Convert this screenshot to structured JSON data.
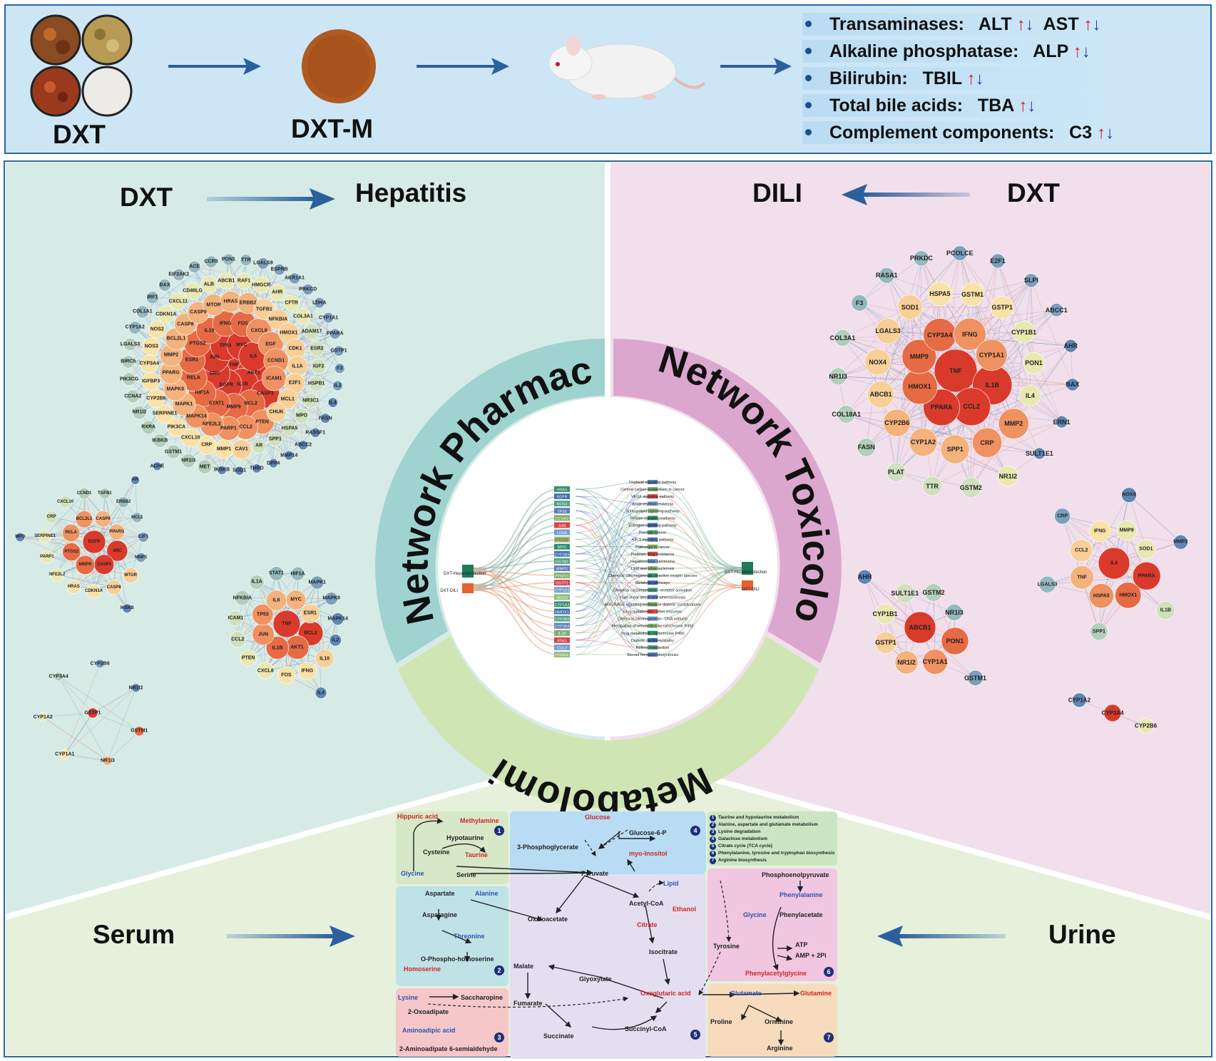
{
  "banner": {
    "dxt": "DXT",
    "dxt_m": "DXT-M",
    "metrics": [
      {
        "label": "Transaminases:",
        "values": "ALT",
        "values2": "AST"
      },
      {
        "label": "Alkaline phosphatase:",
        "values": "ALP",
        "values2": ""
      },
      {
        "label": "Bilirubin:",
        "values": "TBIL",
        "values2": ""
      },
      {
        "label": "Total bile acids:",
        "values": "TBA",
        "values2": ""
      },
      {
        "label": "Complement components:",
        "values": "C3",
        "values2": ""
      }
    ],
    "up_arrow": "↑",
    "down_arrow": "↓"
  },
  "left_panel": {
    "from": "DXT",
    "to": "Hepatitis",
    "main_network": [
      "TNF",
      "AKT1",
      "IL1B",
      "EGFR",
      "SRC",
      "JUN",
      "TP53",
      "MYC",
      "IL6",
      "CASP3",
      "BCL2",
      "MMP9",
      "STAT1",
      "HIF1A",
      "RELA",
      "ESR1",
      "PTGS2",
      "IL10",
      "IFNG",
      "FOS",
      "CXCL8",
      "EGF",
      "CCND1",
      "ICAM1",
      "PTEN",
      "CCL2",
      "PARP1",
      "NFE2L2",
      "MAPK14",
      "MAPK1",
      "MAPK8",
      "PPARG",
      "MMP2",
      "BCL2L1",
      "CASP8",
      "CASP9",
      "MTOR",
      "HRAS",
      "ERBB2",
      "TGFB1",
      "NFKBIA",
      "HMOX1",
      "CDK1",
      "IL1A",
      "E2F1",
      "MCL1",
      "CHUK",
      "CAV1",
      "MMP1",
      "CRP",
      "CXCL10",
      "PIK3CA",
      "SERPINE1",
      "CYP2B6",
      "IGFBP3",
      "CYP3A4",
      "NOS3",
      "NOS2",
      "CDKN1A",
      "CXCL11",
      "CD40LG",
      "ALB",
      "ABCB1",
      "RAF1",
      "HMGCR",
      "AHR",
      "CFTR",
      "COL3A1",
      "ADAM17",
      "ESR2",
      "IGF2",
      "HSPB1",
      "NR3C1",
      "MPO",
      "HSPA5",
      "SPP1",
      "AR",
      "MET",
      "NR1I3",
      "GSTM1",
      "IKBKB",
      "RXRA",
      "NR1I2",
      "CCNA2",
      "PIK3CG",
      "BIRC5",
      "LGALS3",
      "CYP1A2",
      "COL1A1",
      "IRF1",
      "BAX",
      "EIF2AK2",
      "ACE",
      "CCR5",
      "PON1",
      "TTR",
      "LGALS9",
      "ESPRB",
      "AKR1A1",
      "PRKCD",
      "LDHA",
      "CYP1A1",
      "PPARA",
      "GSTP1",
      "F3",
      "IL2",
      "IL4",
      "FASN",
      "RASSF1",
      "ABCC2",
      "MMP14",
      "DPP4",
      "THBD",
      "SOD1",
      "IKBKB",
      "ACHE"
    ],
    "sub1": [
      "EGFR",
      "SRC",
      "CASP3",
      "MMP9",
      "PTGS2",
      "RELA",
      "BCL2L1",
      "CASP9",
      "PPARG",
      "MTOR",
      "CASP8",
      "CDKN1A",
      "HRAS",
      "NFE2L2",
      "PARP1",
      "SERPINE1",
      "CRP",
      "CXCL10",
      "CCND1",
      "TGFB1",
      "ERBB2",
      "MCL1",
      "E2F1",
      "MMP1",
      "IKBKB",
      "MPO",
      "AR"
    ],
    "sub2": [
      "TNF",
      "BCL2",
      "AKT1",
      "IL1B",
      "JUN",
      "TP53",
      "IL6",
      "MYC",
      "ESR1",
      "IL10",
      "IFNG",
      "FOS",
      "CXCL8",
      "PTEN",
      "CCL2",
      "ICAM1",
      "NFKBIA",
      "IL1A",
      "STAT1",
      "HIF1A",
      "MAPK1",
      "MAPK8",
      "MAPK14",
      "IL2",
      "IL4"
    ],
    "sub3": [
      "GSTP1",
      "GSTM1",
      "NR1I3",
      "CYP1A1",
      "CYP1A2",
      "CYP3A4",
      "CYP2B6",
      "NR1I2"
    ]
  },
  "right_panel": {
    "from": "DXT",
    "to": "DILI",
    "main_network": [
      "TNF",
      "IL1B",
      "CCL2",
      "PPARA",
      "HMOX1",
      "MMP9",
      "CYP3A4",
      "IFNG",
      "CYP1A1",
      "MMP2",
      "CRP",
      "SPP1",
      "CYP1A2",
      "CYP2B6",
      "ABCB1",
      "NOX4",
      "LGALS3",
      "SOD1",
      "HSPA5",
      "GSTM1",
      "GSTP1",
      "CYP1B1",
      "PON1",
      "IL4",
      "NR1I2",
      "GSTM2",
      "TTR",
      "PLAT",
      "FASN",
      "COL18A1",
      "NR1I3",
      "COL3A1",
      "F3",
      "RASA1",
      "PRKDC",
      "PCOLCE",
      "E2F1",
      "SLPI",
      "ABCC1",
      "AHR",
      "BAX",
      "ERN1",
      "SULT1E1"
    ],
    "sub1": [
      "ABCB1",
      "PON1",
      "CYP1A1",
      "NR1I2",
      "GSTP1",
      "CYP1B1",
      "SULT1E1",
      "GSTM2",
      "NR1I3",
      "GSTM1",
      "AHR"
    ],
    "sub2": [
      "IL4",
      "PPARA",
      "HMOX1",
      "HSPA5",
      "TNF",
      "CCL2",
      "IFNG",
      "MMP9",
      "SOD1",
      "IL1B",
      "SPP1",
      "LGALS3",
      "CRP",
      "NOX4",
      "MMP2"
    ],
    "sub3": [
      "CYP3A4",
      "CYP2B6",
      "CYP1A2"
    ]
  },
  "ring": {
    "left": "Network Pharmacology",
    "right": "Network Toxicology",
    "bottom": "Metabolomics"
  },
  "sankey": {
    "sources": [
      "DXT-Hepatoprotection",
      "DXT-DILI"
    ],
    "genes": [
      "HRAS",
      "EGFR",
      "NOS3",
      "TP53",
      "CCNA2",
      "JUN",
      "LDHA",
      "PTGS2",
      "MPO",
      "CYP2B6",
      "GSTM1",
      "MMP2",
      "PPARG",
      "GSTP1",
      "CYP1A1",
      "NR1I3",
      "CYP1A2",
      "HMOX1",
      "CYP2B6",
      "CYP3A4",
      "IL1B",
      "IFNG",
      "CCL2",
      "PPARA"
    ],
    "pathways": [
      "Oxytocin signaling pathway",
      "Central carbon metabolism in cancer",
      "VEGF signaling pathway",
      "Acute myeloid leukemia",
      "Sphingolipid signaling pathway",
      "Relaxin signaling pathway",
      "Estrogen signaling pathway",
      "Prostate cancer",
      "HIF-1 signaling pathway",
      "Pathways in cancer",
      "Platinum drug resistance",
      "Hepatocellular carcinoma",
      "Lipid and atherosclerosis",
      "Chemical carcinogenesis - reactive oxygen species",
      "Metabolic pathways",
      "Chemical carcinogenesis - receptor activation",
      "Fluid shear stress and atherosclerosis",
      "AGE-RAGE signaling pathway in diabetic complications",
      "Drug metabolism - other enzymes",
      "Chemical carcinogenesis - DNA adducts",
      "Metabolism of xenobiotics by cytochrome P450",
      "Drug metabolism - cytochrome P450",
      "Diabetic cardiomyopathy",
      "Retinol metabolism",
      "Steroid hormone biosynthesis"
    ],
    "targets": [
      "DXT-Hepatoprotection",
      "DXT-DILI"
    ]
  },
  "bottom": {
    "serum": "Serum",
    "urine": "Urine",
    "legend": [
      "Taurine and hypotaurine metabolism",
      "Alanine, aspartate and glutamate metabolism",
      "Lysine degradation",
      "Galactose metabolism",
      "Citrate cycle (TCA cycle)",
      "Phenylalanine, tyrosine and tryptophan biosynthesis",
      "Arginine biosynthesis"
    ],
    "metabolites": {
      "hippuric": "Hippuric acid",
      "methylamine": "Methylamine",
      "hypotaurine": "Hypotaurine",
      "cysteine": "Cysteine",
      "taurine": "Taurine",
      "glycine": "Glycine",
      "serine": "Serine",
      "glucose": "Glucose",
      "g6p": "Glucose-6-P",
      "pg3": "3-Phosphoglycerate",
      "myo": "myo-Inositol",
      "pyruvate": "Pyruvate",
      "pep": "Phosphoenolpyruvate",
      "phenylalanine": "Phenylalanine",
      "glycine2": "Glycine",
      "phenylacetate": "Phenylacetate",
      "tyrosine": "Tyrosine",
      "atp": "ATP",
      "amp": "AMP + 2Pi",
      "phenylacetylglycine": "Phenylacetylglycine",
      "aspartate": "Aspartate",
      "alanine": "Alanine",
      "asparagine": "Asparagine",
      "threonine": "Threonine",
      "ophospho": "O-Phospho-homoserine",
      "homoserine": "Homoserine",
      "lipid": "Lipid",
      "acetylcoa": "Acetyl-CoA",
      "ethanol": "Ethanol",
      "oxaloacetate": "Oxaloacetate",
      "citrate": "Citrate",
      "isocitrate": "Isocitrate",
      "malate": "Malate",
      "glyoxylate": "Glyoxylate",
      "fumarate": "Fumarate",
      "oxoglutaric": "Oxoglutaric acid",
      "succinate": "Succinate",
      "succinylcoa": "Succinyl-CoA",
      "glutamate": "Glutamate",
      "glutamine": "Glutamine",
      "proline": "Proline",
      "ornithine": "Ornithine",
      "arginine": "Arginine",
      "lysine": "Lysine",
      "saccharopine": "Saccharopine",
      "oxoadipate": "2-Oxoadipate",
      "aminoadipic": "Aminoadipic acid",
      "semialdehyde": "2-Aminoadipate 6-semialdehyde"
    },
    "numbers": [
      "1",
      "2",
      "3",
      "4",
      "5",
      "6",
      "7"
    ]
  },
  "colors": {
    "banner_bg": "#cde6f5",
    "left_bg": "#d6ebe6",
    "right_bg": "#f1dfeb",
    "bottom_bg": "#e6f0db",
    "ring_left": "#9fd3cf",
    "ring_right": "#dca7cf",
    "ring_bottom": "#cfe6b4",
    "arrow": "#2c5f9e"
  }
}
